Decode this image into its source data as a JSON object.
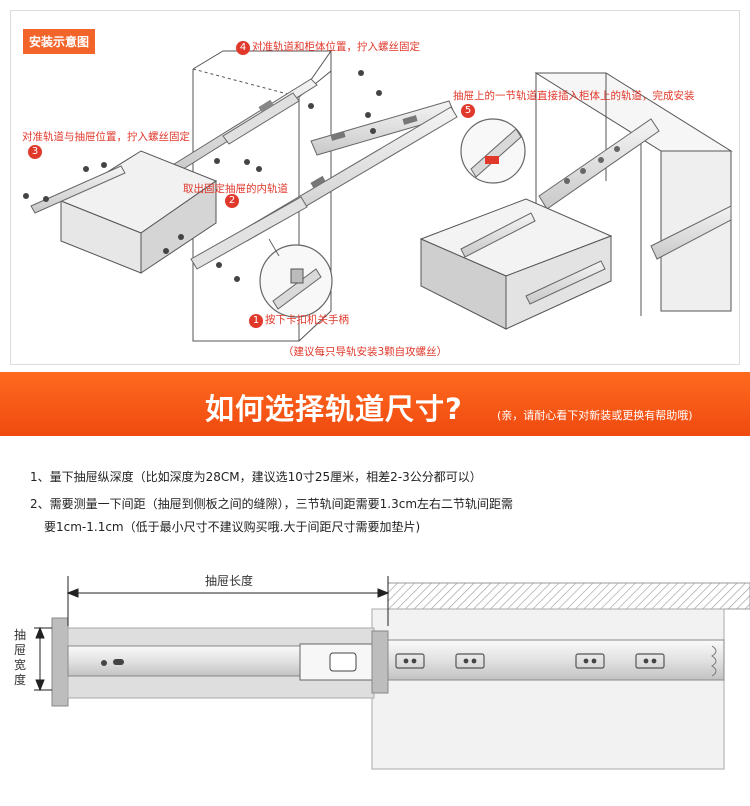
{
  "install_panel": {
    "tag": "安装示意图",
    "step4_num": "4",
    "step4": "对准轨道和柜体位置，拧入螺丝固定",
    "step3_num": "3",
    "step3": "对准轨道与抽屉位置，拧入螺丝固定",
    "step2_num": "2",
    "step2": "取出固定抽屉的内轨道",
    "step1_num": "1",
    "step1": "按下卡扣机关手柄",
    "step5_num": "5",
    "step5": "抽屉上的一节轨道直接插入柜体上的轨道，完成安装",
    "advice": "（建议每只导轨安装3颗自攻螺丝）"
  },
  "banner": {
    "title": "如何选择轨道尺寸?",
    "subtitle": "(亲，请耐心看下对新装或更换有帮助哦)"
  },
  "tips": {
    "line1": "1、量下抽屉纵深度（比如深度为28CM，建议选10寸25厘米，相差2-3公分都可以）",
    "line2": "2、需要测量一下间距（抽屉到侧板之间的缝隙），三节轨间距需要1.3cm左右二节轨间距需",
    "line3": "要1cm-1.1cm（低于最小尺寸不建议购买哦.大于间距尺寸需要加垫片)"
  },
  "measure": {
    "length_label": "抽屉长度",
    "width_label": "抽屉宽度"
  },
  "colors": {
    "accent": "#e0382b",
    "banner": "#f05a16"
  }
}
